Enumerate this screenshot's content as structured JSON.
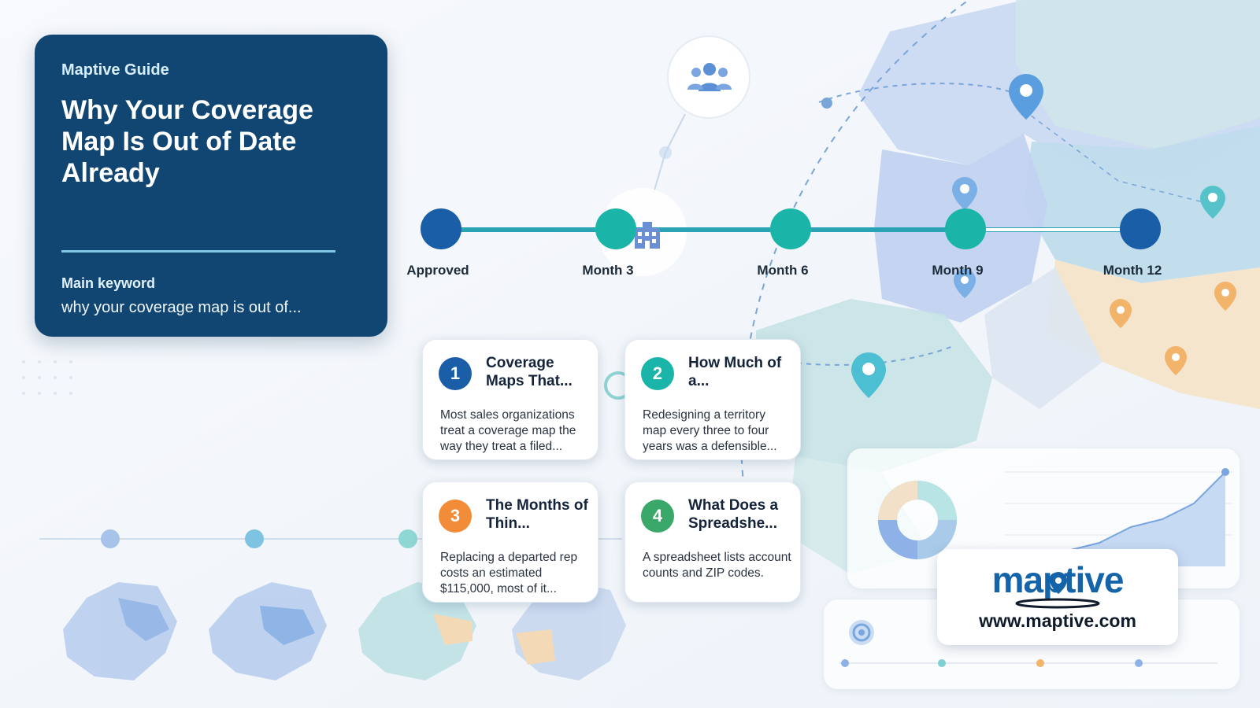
{
  "hero": {
    "eyebrow": "Maptive Guide",
    "title": "Why Your Coverage Map Is Out of Date Already",
    "keyword_label": "Main keyword",
    "keyword_value": "why your coverage map is out of..."
  },
  "timeline": {
    "milestones": [
      {
        "label": "Approved",
        "color": "#1a5ea8"
      },
      {
        "label": "Month 3",
        "color": "#1ab5a8"
      },
      {
        "label": "Month 6",
        "color": "#1ab5a8"
      },
      {
        "label": "Month 9",
        "color": "#1ab5a8"
      },
      {
        "label": "Month 12",
        "color": "#1a5ea8"
      }
    ]
  },
  "cards": [
    {
      "number": "1",
      "title": "Coverage Maps That...",
      "body": "Most sales organizations treat a coverage map the way they treat a filed...",
      "color": "#1a5ea8"
    },
    {
      "number": "2",
      "title": "How Much of a...",
      "body": "Redesigning a territory map every three to four years was a defensible...",
      "color": "#1ab5a8"
    },
    {
      "number": "3",
      "title": "The Months of Thin...",
      "body": "Replacing a departed rep costs an estimated $115,000, most of it...",
      "color": "#f28c38"
    },
    {
      "number": "4",
      "title": "What Does a Spreadshe...",
      "body": "A spreadsheet lists account counts and ZIP codes.",
      "color": "#3aa868"
    }
  ],
  "brand": {
    "logo_text": "maptive",
    "url": "www.maptive.com",
    "accent": "#1563a8"
  },
  "icons": [
    "people-icon",
    "building-icon",
    "map-pin-icon",
    "target-icon",
    "donut-chart-icon",
    "area-chart-icon"
  ]
}
